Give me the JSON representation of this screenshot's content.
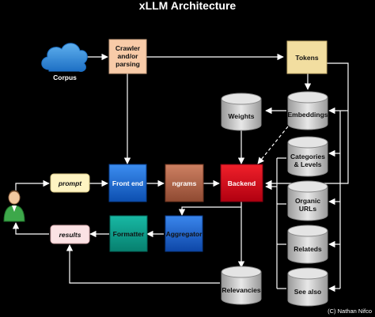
{
  "diagram": {
    "title": "xLLM Architecture",
    "credit": "(C) Nathan Nifco",
    "nodes": {
      "corpus": "Corpus",
      "crawler": [
        "Crawler",
        "and/or",
        "parsing"
      ],
      "tokens": "Tokens",
      "weights": "Weights",
      "embeddings": "Embeddings",
      "categories": [
        "Categories",
        "& Levels"
      ],
      "organic": [
        "Organic",
        "URLs"
      ],
      "relateds": "Relateds",
      "see_also": "See also",
      "relevancies": "Relevancies",
      "prompt": "prompt",
      "results": "results",
      "front_end": "Front end",
      "ngrams": "ngrams",
      "backend": "Backend",
      "formatter": "Formatter",
      "aggregator": "Aggregator"
    },
    "colors": {
      "crawler": "#f8cba8",
      "tokens": "#f2dea0",
      "prompt": "#fef4c2",
      "results": "#fbe2e4",
      "front_end": "#1a6fd6",
      "ngrams": "#b86a4e",
      "backend": "#d90012",
      "formatter": "#0c9c8c",
      "aggregator": "#1b62d0",
      "cylinder": "#c8c8c8",
      "cloud": "#3a8fd6",
      "arrow": "#ffffff"
    }
  }
}
